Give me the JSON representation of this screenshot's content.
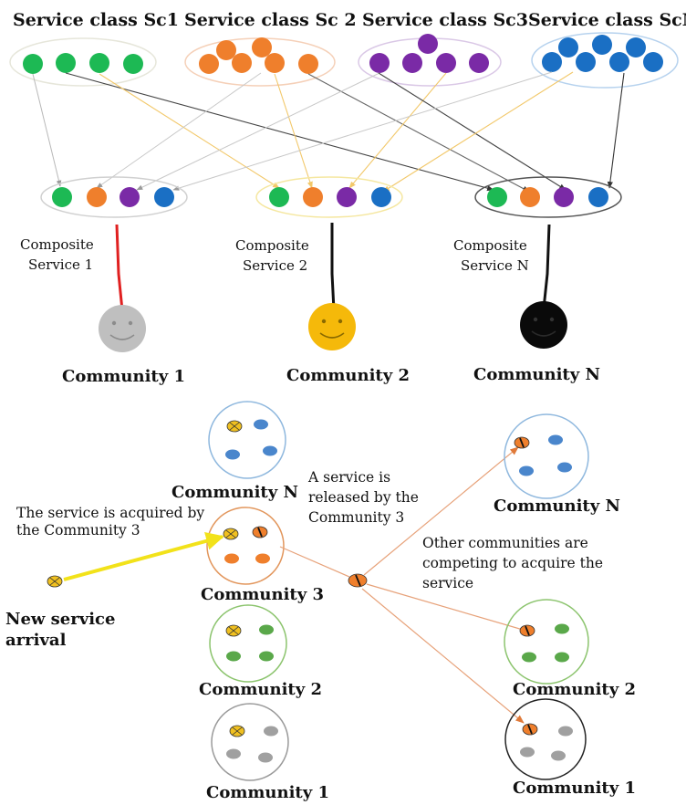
{
  "service_classes": [
    {
      "label": "Service class Sc1",
      "color": "#1db954",
      "circle_count": 4
    },
    {
      "label": "Service class Sc 2",
      "color": "#ef7f2c",
      "circle_count": 6
    },
    {
      "label": "Service class Sc3",
      "color": "#7a2aa6",
      "circle_count": 5
    },
    {
      "label": "Service class ScM",
      "color": "#1a6fc4",
      "circle_count": 7
    }
  ],
  "composite_services": [
    {
      "label_line1": "Composite",
      "label_line2": "Service 1"
    },
    {
      "label_line1": "Composite",
      "label_line2": "Service 2"
    },
    {
      "label_line1": "Composite",
      "label_line2": "Service N"
    }
  ],
  "communities_top": [
    {
      "label": "Community 1",
      "face_color": "#bfbfbf",
      "link_color": "#e02020"
    },
    {
      "label": "Community 2",
      "face_color": "#f5b90a",
      "link_color": "#111111"
    },
    {
      "label": "Community N",
      "face_color": "#0a0a0a",
      "link_color": "#111111"
    }
  ],
  "communities_left": [
    {
      "label": "Community N",
      "border_color": "#8fb8de",
      "dot_color": "#4a86cc"
    },
    {
      "label": "Community 3",
      "border_color": "#e2965c",
      "dot_color": "#ef7f2c"
    },
    {
      "label": "Community 2",
      "border_color": "#8cc46e",
      "dot_color": "#5aa84a"
    },
    {
      "label": "Community 1",
      "border_color": "#9a9a9a",
      "dot_color": "#a0a0a0"
    }
  ],
  "communities_right": [
    {
      "label": "Community N",
      "border_color": "#8fb8de",
      "dot_color": "#4a86cc"
    },
    {
      "label": "Community 2",
      "border_color": "#8cc46e",
      "dot_color": "#5aa84a"
    },
    {
      "label": "Community 1",
      "border_color": "#222222",
      "dot_color": "#a0a0a0"
    }
  ],
  "annotations": {
    "acquired_line1": "The service is acquired by",
    "acquired_line2": "the Community 3",
    "released_line1": "A service is",
    "released_line2": "released by the",
    "released_line3": "Community 3",
    "competing_line1": "Other communities are",
    "competing_line2": "competing to acquire the",
    "competing_line3": "service",
    "arrival_line1": "New service",
    "arrival_line2": "arrival"
  },
  "colors": {
    "new_service": "#f0c020",
    "released_service": "#ef7f2c",
    "acquire_arrow": "#f2e21a",
    "compete_arrow": "#e7a27a"
  }
}
